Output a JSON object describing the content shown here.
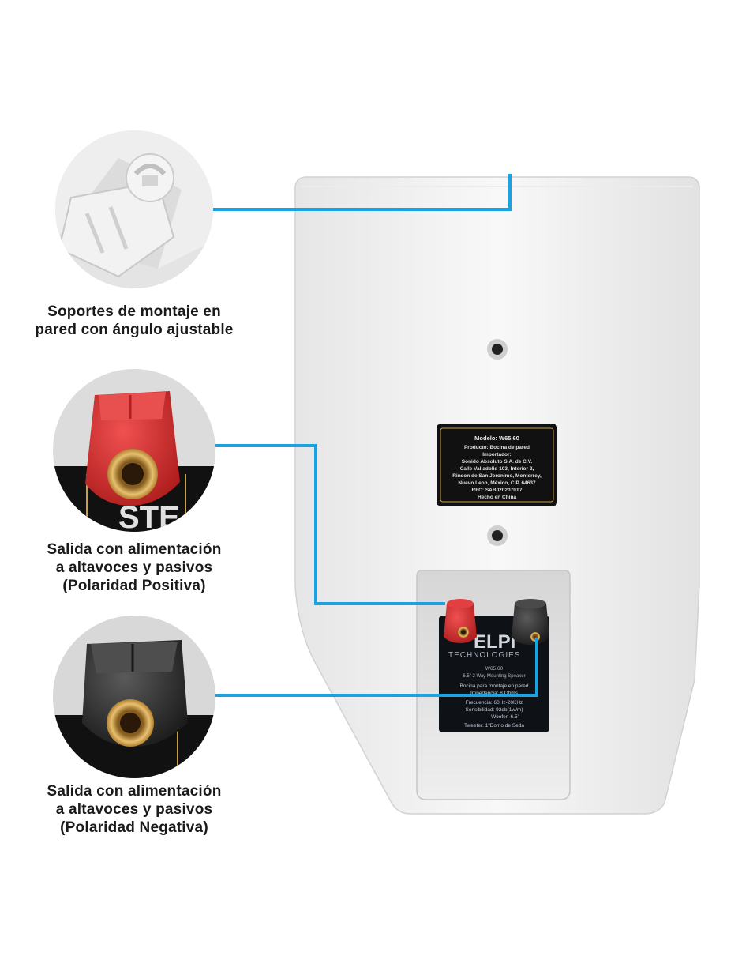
{
  "captions": {
    "mount": [
      "Soportes de montaje en",
      "pared con ángulo ajustable"
    ],
    "positive": [
      "Salida con alimentación",
      "a altavoces y pasivos",
      "(Polaridad Positiva)"
    ],
    "negative": [
      "Salida con alimentación",
      "a altavoces y pasivos",
      "(Polaridad Negativa)"
    ]
  },
  "product_label": {
    "model": "Modelo: W65.60",
    "lines": [
      "Producto: Bocina de pared",
      "Importador:",
      "Sonido Absoluto S.A. de C.V.",
      "Calle Valladolid 103, Interior 2,",
      "Rincon de San Jeronimo, Monterrey,",
      "Nuevo Leon, México, C.P. 64637",
      "RFC: SAB0202070T7",
      "Hecho en China"
    ]
  },
  "spec_label": {
    "brand": "ELPI",
    "brand_sub": "TECHNOLOGIES",
    "model": "W65.60",
    "subtitle": "6.5\" 2 Way Mounting Speaker",
    "lines": [
      "Bocina para montaje en pared",
      "Impedancia: 8 Ohms",
      "Frecuencia: 60Hz-20KHz",
      "Sensibilidad: 92db(1w/m)",
      "Woofer: 6.5\"",
      "Tweeter: 1\"Domo de Seda"
    ]
  },
  "zoom_label_text": "STE",
  "colors": {
    "accent": "#1aa3e0",
    "terminal_red": "#d42a2a",
    "terminal_black": "#2a2a2a",
    "label_gold": "#c8a24a"
  }
}
